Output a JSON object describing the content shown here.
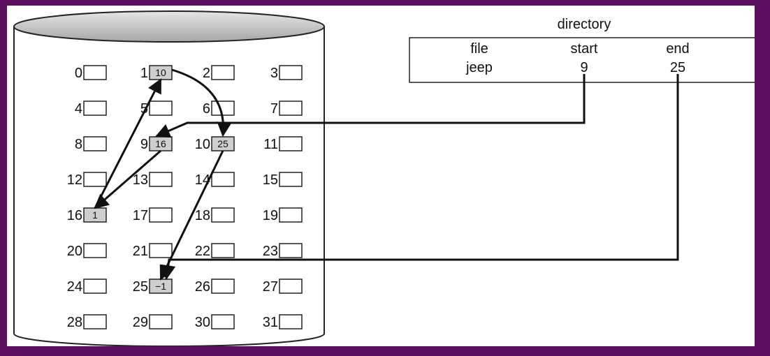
{
  "directory": {
    "title": "directory",
    "headers": [
      "file",
      "start",
      "end"
    ],
    "rows": [
      [
        "jeep",
        "9",
        "25"
      ]
    ]
  },
  "disk": {
    "blocks": [
      {
        "id": "0",
        "value": ""
      },
      {
        "id": "1",
        "value": "10"
      },
      {
        "id": "2",
        "value": ""
      },
      {
        "id": "3",
        "value": ""
      },
      {
        "id": "4",
        "value": ""
      },
      {
        "id": "5",
        "value": ""
      },
      {
        "id": "6",
        "value": ""
      },
      {
        "id": "7",
        "value": ""
      },
      {
        "id": "8",
        "value": ""
      },
      {
        "id": "9",
        "value": "16"
      },
      {
        "id": "10",
        "value": "25"
      },
      {
        "id": "11",
        "value": ""
      },
      {
        "id": "12",
        "value": ""
      },
      {
        "id": "13",
        "value": ""
      },
      {
        "id": "14",
        "value": ""
      },
      {
        "id": "15",
        "value": ""
      },
      {
        "id": "16",
        "value": "1"
      },
      {
        "id": "17",
        "value": ""
      },
      {
        "id": "18",
        "value": ""
      },
      {
        "id": "19",
        "value": ""
      },
      {
        "id": "20",
        "value": ""
      },
      {
        "id": "21",
        "value": ""
      },
      {
        "id": "22",
        "value": ""
      },
      {
        "id": "23",
        "value": ""
      },
      {
        "id": "24",
        "value": ""
      },
      {
        "id": "25",
        "value": "−1"
      },
      {
        "id": "26",
        "value": ""
      },
      {
        "id": "27",
        "value": ""
      },
      {
        "id": "28",
        "value": ""
      },
      {
        "id": "29",
        "value": ""
      },
      {
        "id": "30",
        "value": ""
      },
      {
        "id": "31",
        "value": ""
      }
    ],
    "chain": [
      "9",
      "16",
      "1",
      "10",
      "25"
    ]
  },
  "colors": {
    "frame": "#5c0f5f",
    "used_block": "#cfcfcf",
    "disk_top": "#bdbdbd",
    "lines": "#111111"
  }
}
